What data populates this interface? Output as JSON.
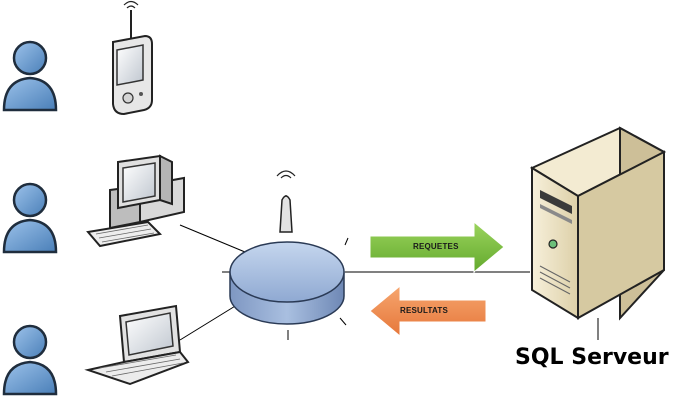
{
  "diagram": {
    "arrows": [
      {
        "id": "requests",
        "label": "REQUETES",
        "color": "#7dc242",
        "direction": "right"
      },
      {
        "id": "results",
        "label": "RESULTATS",
        "color": "#f08a4b",
        "direction": "left"
      }
    ],
    "server": {
      "label": "SQL Serveur",
      "icon": "tower-server-icon"
    },
    "users": [
      {
        "icon": "user-icon",
        "device": "pda-icon"
      },
      {
        "icon": "user-icon",
        "device": "desktop-computer-icon"
      },
      {
        "icon": "user-icon",
        "device": "laptop-icon"
      }
    ],
    "hub": {
      "icon": "wireless-router-icon"
    },
    "colors": {
      "user_fill": "#6f9fd0",
      "user_stroke": "#1f2d3d",
      "router_fill": "#a9bfdf",
      "server_front": "#ede3c6",
      "server_side": "#cbbf9c",
      "line": "#000000"
    }
  }
}
